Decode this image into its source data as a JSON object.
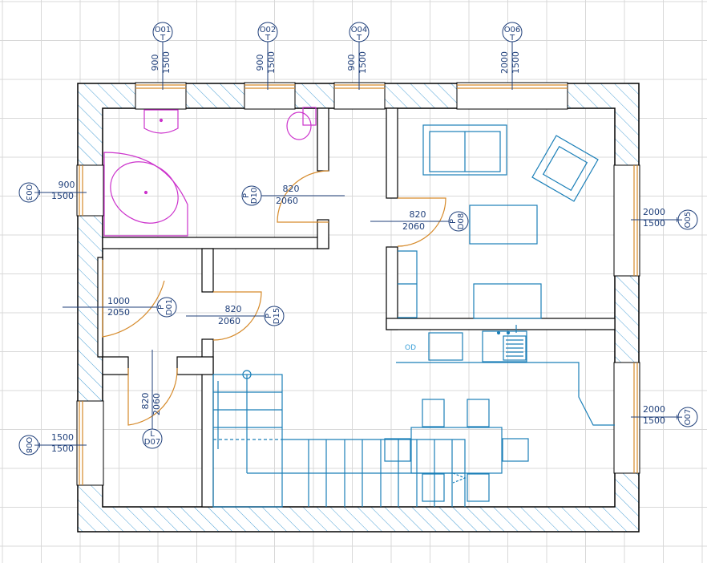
{
  "colors": {
    "grid": "#d8d8d8",
    "wall": "#000000",
    "hatch": "#4a9fd4",
    "window": "#d68a2a",
    "door": "#d68a2a",
    "bathroom": "#cc33cc",
    "furniture": "#1a7fb8",
    "text": "#1f3f7a"
  },
  "windows": [
    {
      "tag": "O01",
      "sub": "T",
      "width": "900",
      "height": "1500"
    },
    {
      "tag": "O02",
      "sub": "T",
      "width": "900",
      "height": "1500"
    },
    {
      "tag": "O04",
      "sub": "T",
      "width": "900",
      "height": "1500"
    },
    {
      "tag": "O06",
      "sub": "T",
      "width": "2000",
      "height": "1500"
    },
    {
      "tag": "O03",
      "sub": "T",
      "width": "900",
      "height": "1500"
    },
    {
      "tag": "O08",
      "sub": "T",
      "width": "1500",
      "height": "1500"
    },
    {
      "tag": "O05",
      "sub": "T",
      "width": "2000",
      "height": "1500"
    },
    {
      "tag": "O07",
      "sub": "T",
      "width": "2000",
      "height": "1500"
    }
  ],
  "doors": [
    {
      "tag": "D10",
      "sub": "P",
      "width": "820",
      "height": "2060"
    },
    {
      "tag": "D08",
      "sub": "P",
      "width": "820",
      "height": "2060"
    },
    {
      "tag": "D01",
      "sub": "P",
      "width": "1000",
      "height": "2050"
    },
    {
      "tag": "D15",
      "sub": "P",
      "width": "820",
      "height": "2060"
    },
    {
      "tag": "D07",
      "sub": "L",
      "width": "820",
      "height": "2060"
    }
  ],
  "labels": {
    "od": "OD"
  }
}
